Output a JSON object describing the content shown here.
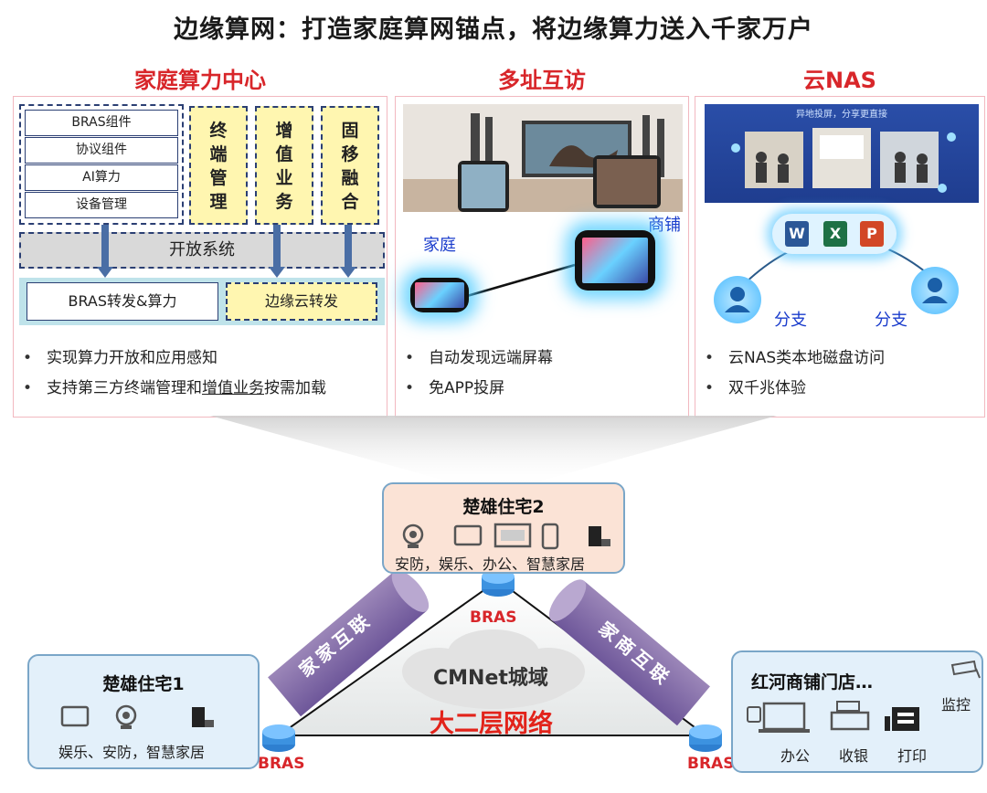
{
  "title": "边缘算网：打造家庭算网锚点，将边缘算力送入千家万户",
  "sections": {
    "s1": "家庭算力中心",
    "s2": "多址互访",
    "s3": "云NAS"
  },
  "panel1": {
    "stack": [
      "BRAS组件",
      "协议组件",
      "AI算力",
      "设备管理"
    ],
    "vertical": [
      "终端管理",
      "增值业务",
      "固移融合"
    ],
    "open_system": "开放系统",
    "bras_forward": "BRAS转发&算力",
    "edge_forward": "边缘云转发",
    "bullet1": "实现算力开放和应用感知",
    "bullet2_pre": "支持第三方终端管理和",
    "bullet2_u": "增值业务",
    "bullet2_post": "按需加载"
  },
  "panel2": {
    "label_home": "家庭",
    "label_shop": "商铺",
    "bullet1": "自动发现远端屏幕",
    "bullet2": "免APP投屏"
  },
  "panel3": {
    "photo_caption": "异地投屏，分享更直接",
    "office_icons": [
      "W",
      "X",
      "P"
    ],
    "branch_left": "分支",
    "branch_right": "分支",
    "bullet1": "云NAS类本地磁盘访问",
    "bullet2": "双千兆体验"
  },
  "network": {
    "center_cloud": "CMNet城域",
    "layer2": "大二层网络",
    "bras": "BRAS",
    "pipe_left": "家家互联",
    "pipe_right": "家商互联",
    "node_top": {
      "title": "楚雄住宅2",
      "sub": "安防，娱乐、办公、智慧家居"
    },
    "node_left": {
      "title": "楚雄住宅1",
      "sub": "娱乐、安防，智慧家居"
    },
    "node_right": {
      "title": "红河商铺门店…",
      "monitor": "监控",
      "devices": [
        "办公",
        "收银",
        "打印"
      ]
    }
  }
}
